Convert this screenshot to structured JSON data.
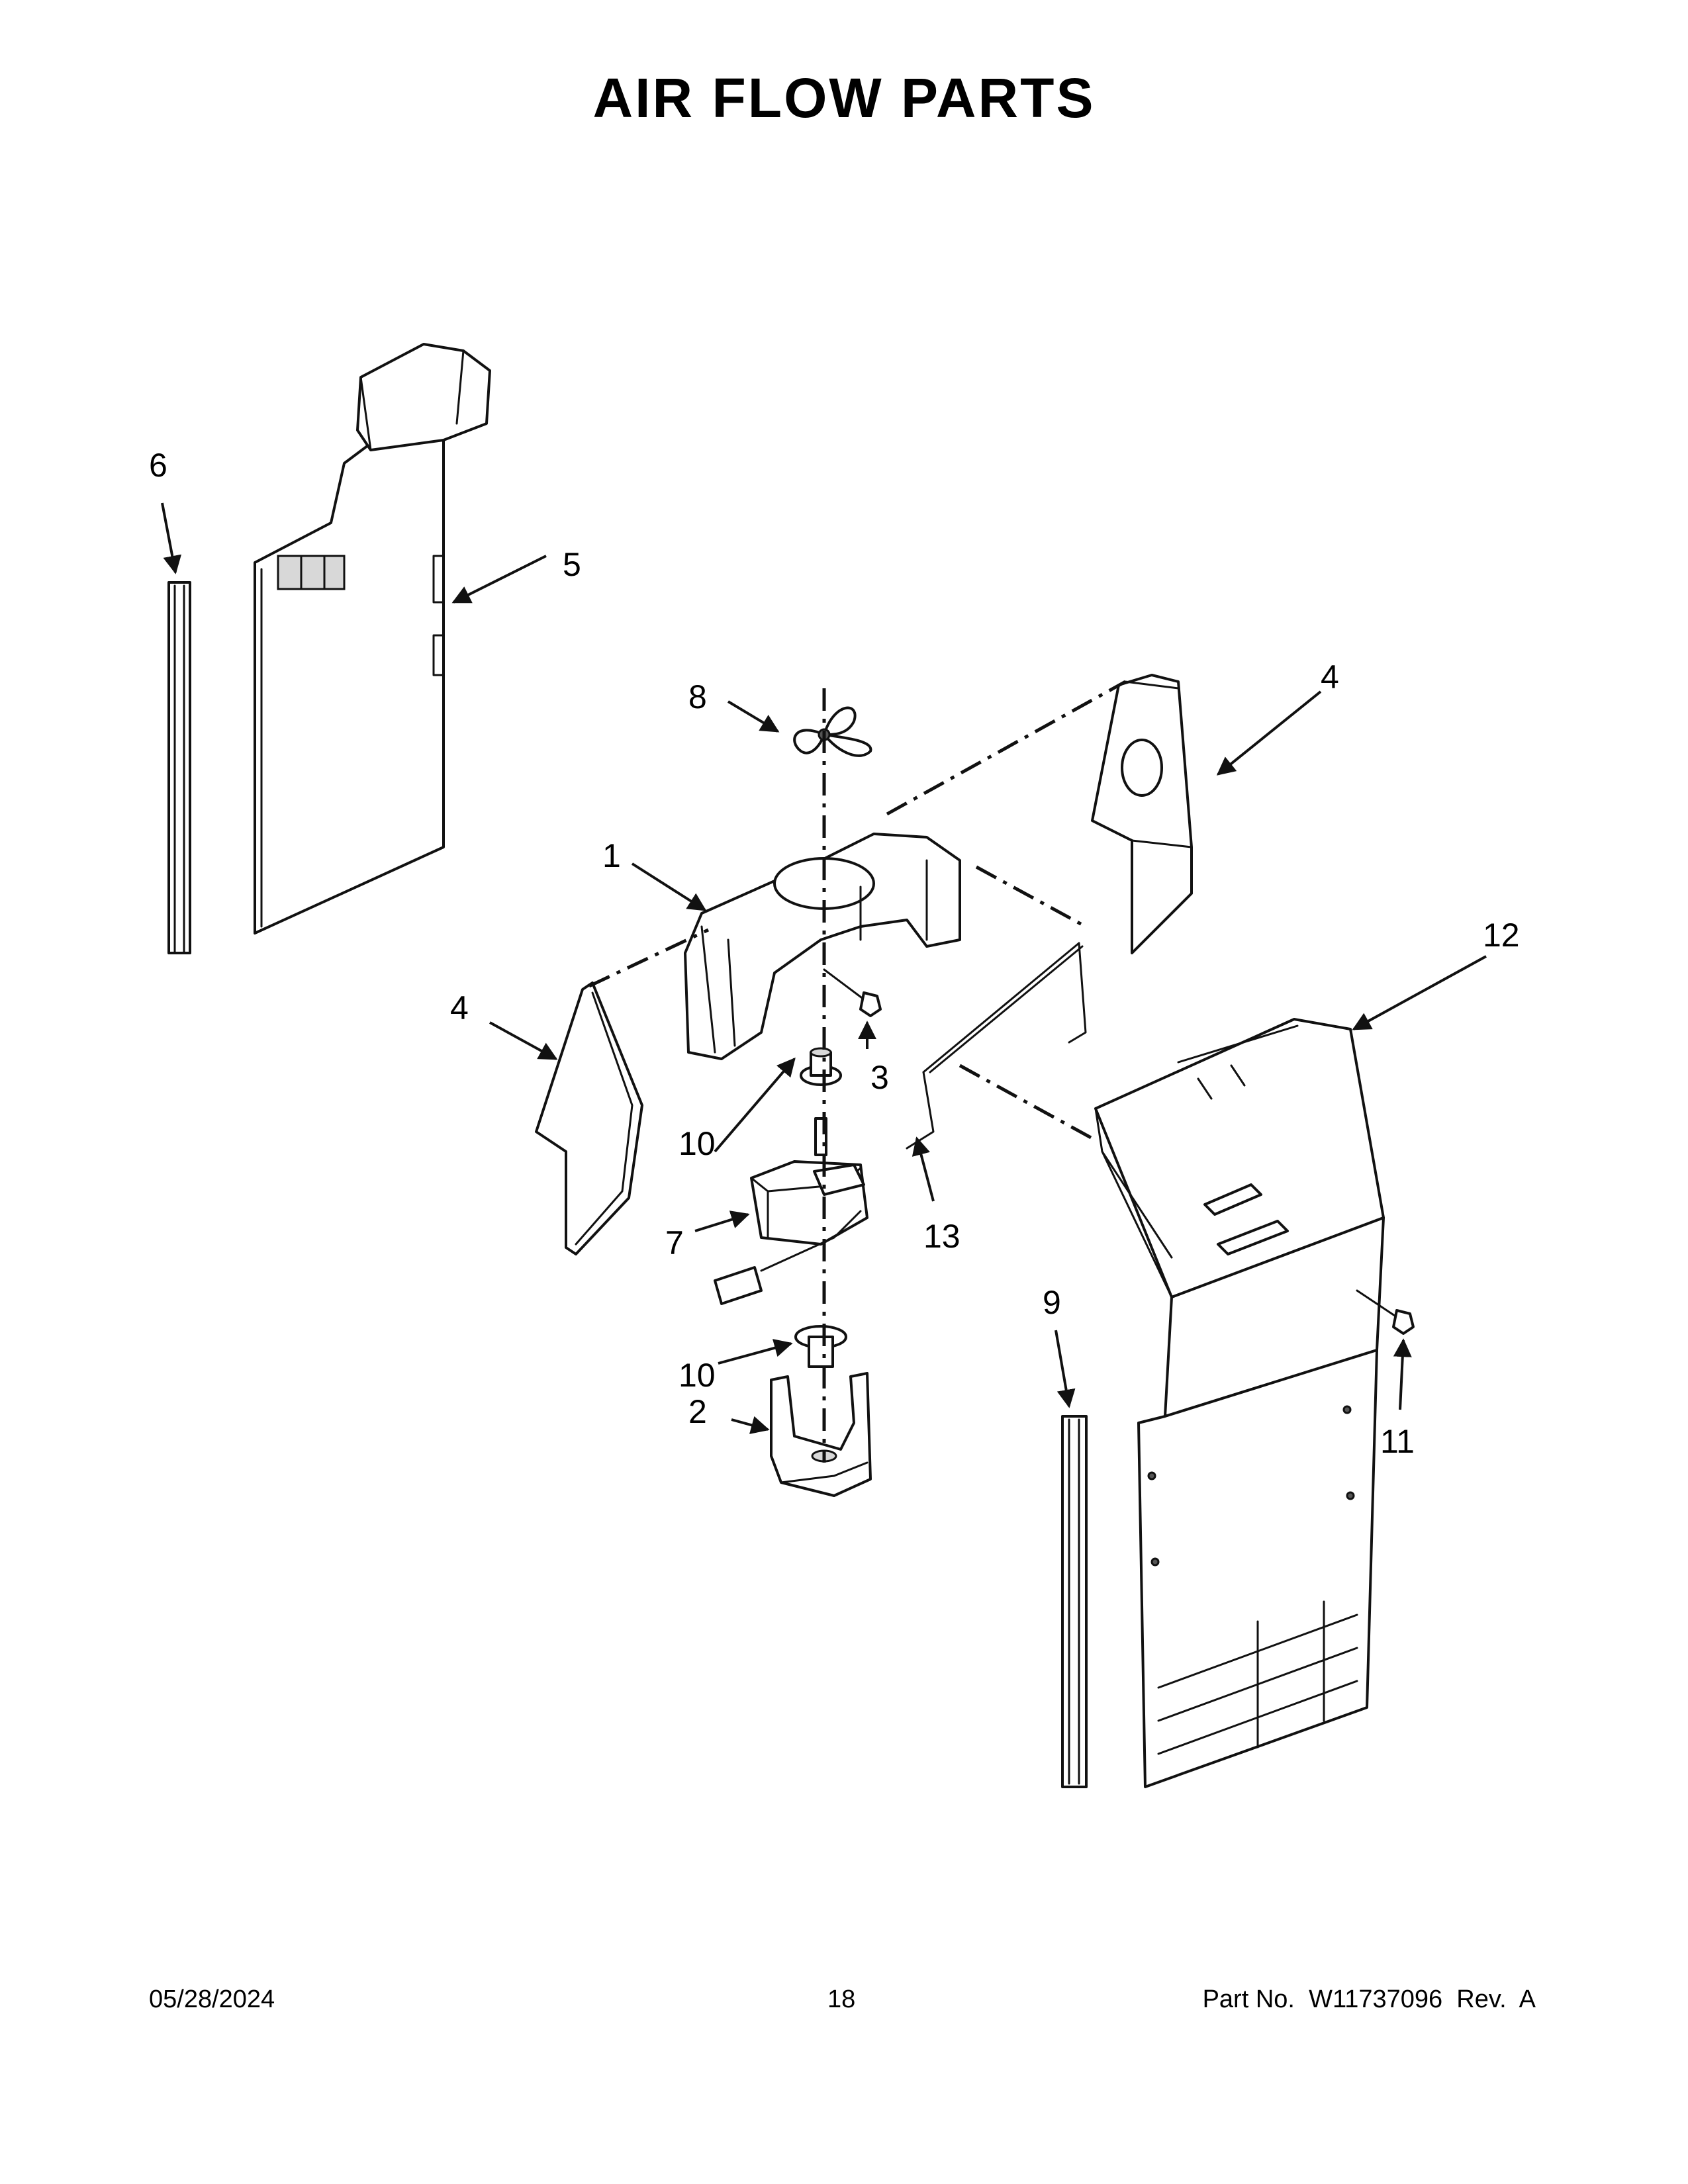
{
  "title": "AIR FLOW PARTS",
  "callouts": {
    "c1": "1",
    "c2": "2",
    "c3": "3",
    "c4a": "4",
    "c4b": "4",
    "c5": "5",
    "c6": "6",
    "c7": "7",
    "c8": "8",
    "c9": "9",
    "c10a": "10",
    "c10b": "10",
    "c11": "11",
    "c12": "12",
    "c13": "13"
  },
  "footer": {
    "date": "05/28/2024",
    "page": "18",
    "part_no": "Part No.  W11737096  Rev.  A"
  }
}
